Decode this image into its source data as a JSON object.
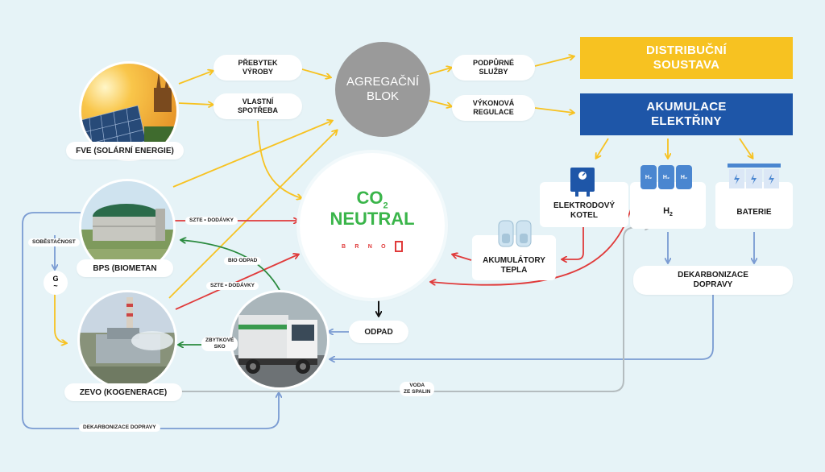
{
  "nodes": {
    "fve_label": "FVE (SOLÁRNÍ ENERGIE)",
    "bps_label": "BPS (BIOMETAN",
    "zevo_label": "ZEVO (KOGENERACE)",
    "prebytek": "PŘEBYTEK\nVÝROBY",
    "vlastni": "VLASTNÍ\nSPOTŘEBA",
    "agregacni": "AGREGAČNÍ\nBLOK",
    "podpurne": "PODPŮRNÉ\nSLUŽBY",
    "vykonova": "VÝKONOVÁ\nREGULACE",
    "distribucni": "DISTRIBUČNÍ\nSOUSTAVA",
    "akumulace_el": "AKUMULACE\nELEKTŘINY",
    "co2_main": "CO",
    "co2_sub": "2",
    "neutral": "NEUTRAL",
    "brno_letters": [
      "B",
      "R",
      "N",
      "O"
    ],
    "elektrodovy": "ELEKTRODOVÝ\nKOTEL",
    "h2_main": "H",
    "h2_sub": "2",
    "baterie": "BATERIE",
    "akumulatory": "AKUMULÁTORY\nTEPLA",
    "dekarbonizace": "DEKARBONIZACE\nDOPRAVY",
    "odpad": "ODPAD",
    "generator_g": "G",
    "generator_tilde": "~",
    "h2_cell": "H₂"
  },
  "tags": {
    "szte_dodavky_1": "SZTE • DODÁVKY",
    "szte_dodavky_2": "SZTE • DODÁVKY",
    "bio_odpad": "BIO ODPAD",
    "sobestacnost": "SOBĚSTAČNOST",
    "zbytkove_sko": "ZBYTKOVÉ\nSKO",
    "voda_ze_spalin": "VODA\nZE SPALIN",
    "dekarbonizace_dopravy": "DEKARBONIZACE DOPRAVY"
  },
  "colors": {
    "background": "#e6f3f7",
    "yellow_arrow": "#f7c221",
    "red_arrow": "#e03a3a",
    "blue_arrow": "#7a9bd2",
    "green_arrow": "#2a8a3e",
    "gray_arrow": "#b4bcbf",
    "distribucni_bar": "#f7c221",
    "akumulace_bar": "#1e56a8",
    "agregacni_circle": "#9a9a9a",
    "co2_green": "#3ab54a",
    "brno_red": "#e03a3a"
  },
  "icons": {
    "boiler": "electrode-boiler-icon",
    "h2": "hydrogen-tanks-icon",
    "battery": "battery-icon",
    "heat_storage": "heat-storage-tanks-icon"
  }
}
